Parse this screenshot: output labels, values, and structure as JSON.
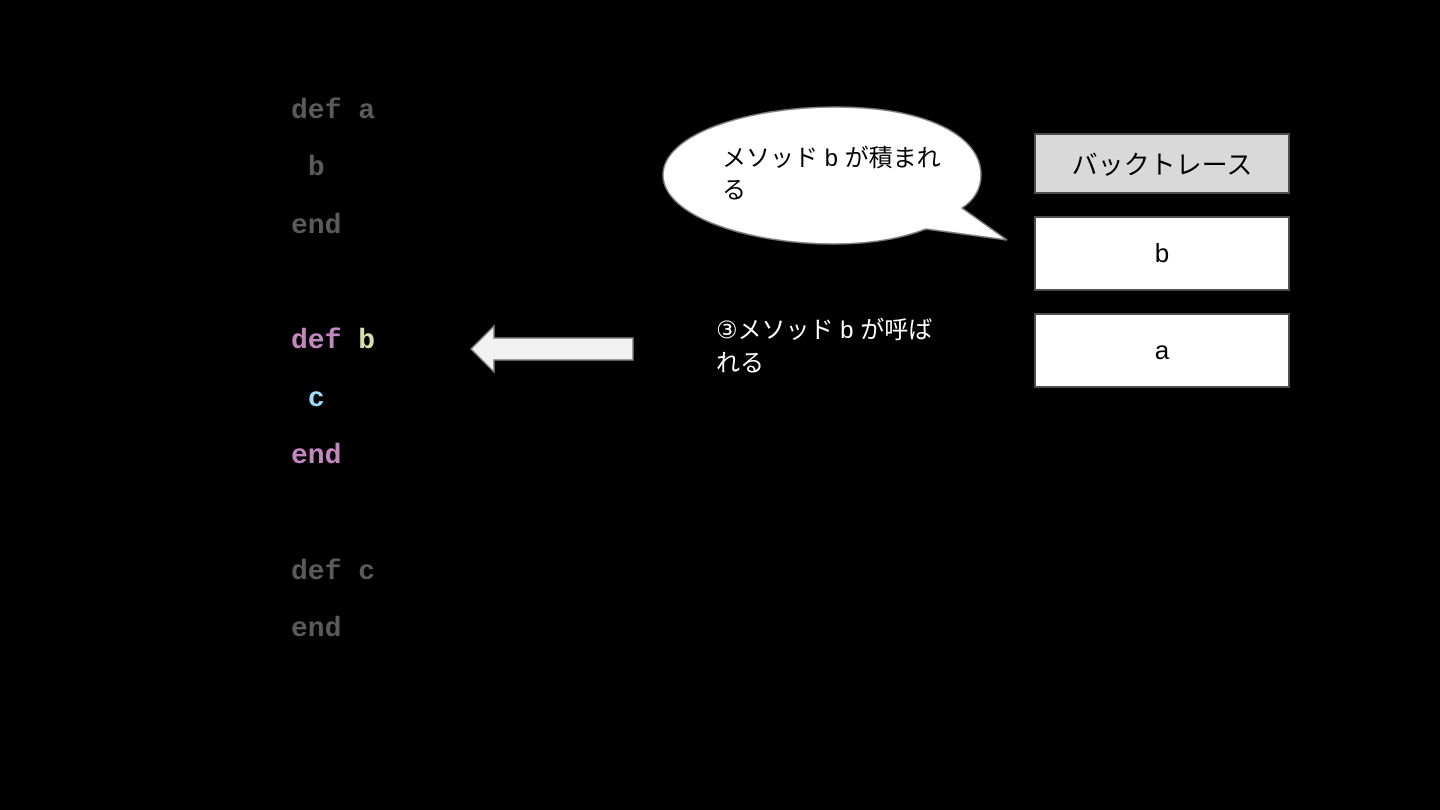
{
  "code": {
    "lines": [
      {
        "keyword": "def",
        "name": "a",
        "state": "inactive"
      },
      {
        "call": "b",
        "state": "inactive"
      },
      {
        "keyword": "end",
        "state": "inactive"
      },
      {
        "keyword": "def",
        "name": "b",
        "state": "active"
      },
      {
        "call": "c",
        "state": "active"
      },
      {
        "keyword": "end",
        "state": "active"
      },
      {
        "keyword": "def",
        "name": "c",
        "state": "inactive"
      },
      {
        "keyword": "end",
        "state": "inactive"
      }
    ]
  },
  "speech_bubble": {
    "text": "メソッド b が積まれる"
  },
  "step_note": {
    "text": "③メソッド b が呼ばれる"
  },
  "backtrace": {
    "header": "バックトレース",
    "frames": [
      "b",
      "a"
    ]
  },
  "colors": {
    "background": "#000000",
    "inactive_code": "#5a5a5a",
    "active_keyword": "#c586c0",
    "active_name": "#dcdcaa",
    "active_call": "#9cdcfe",
    "header_fill": "#d9d9d9",
    "arrow_fill": "#f2f2f2"
  },
  "icons": {
    "arrow": "left-arrow-icon"
  }
}
